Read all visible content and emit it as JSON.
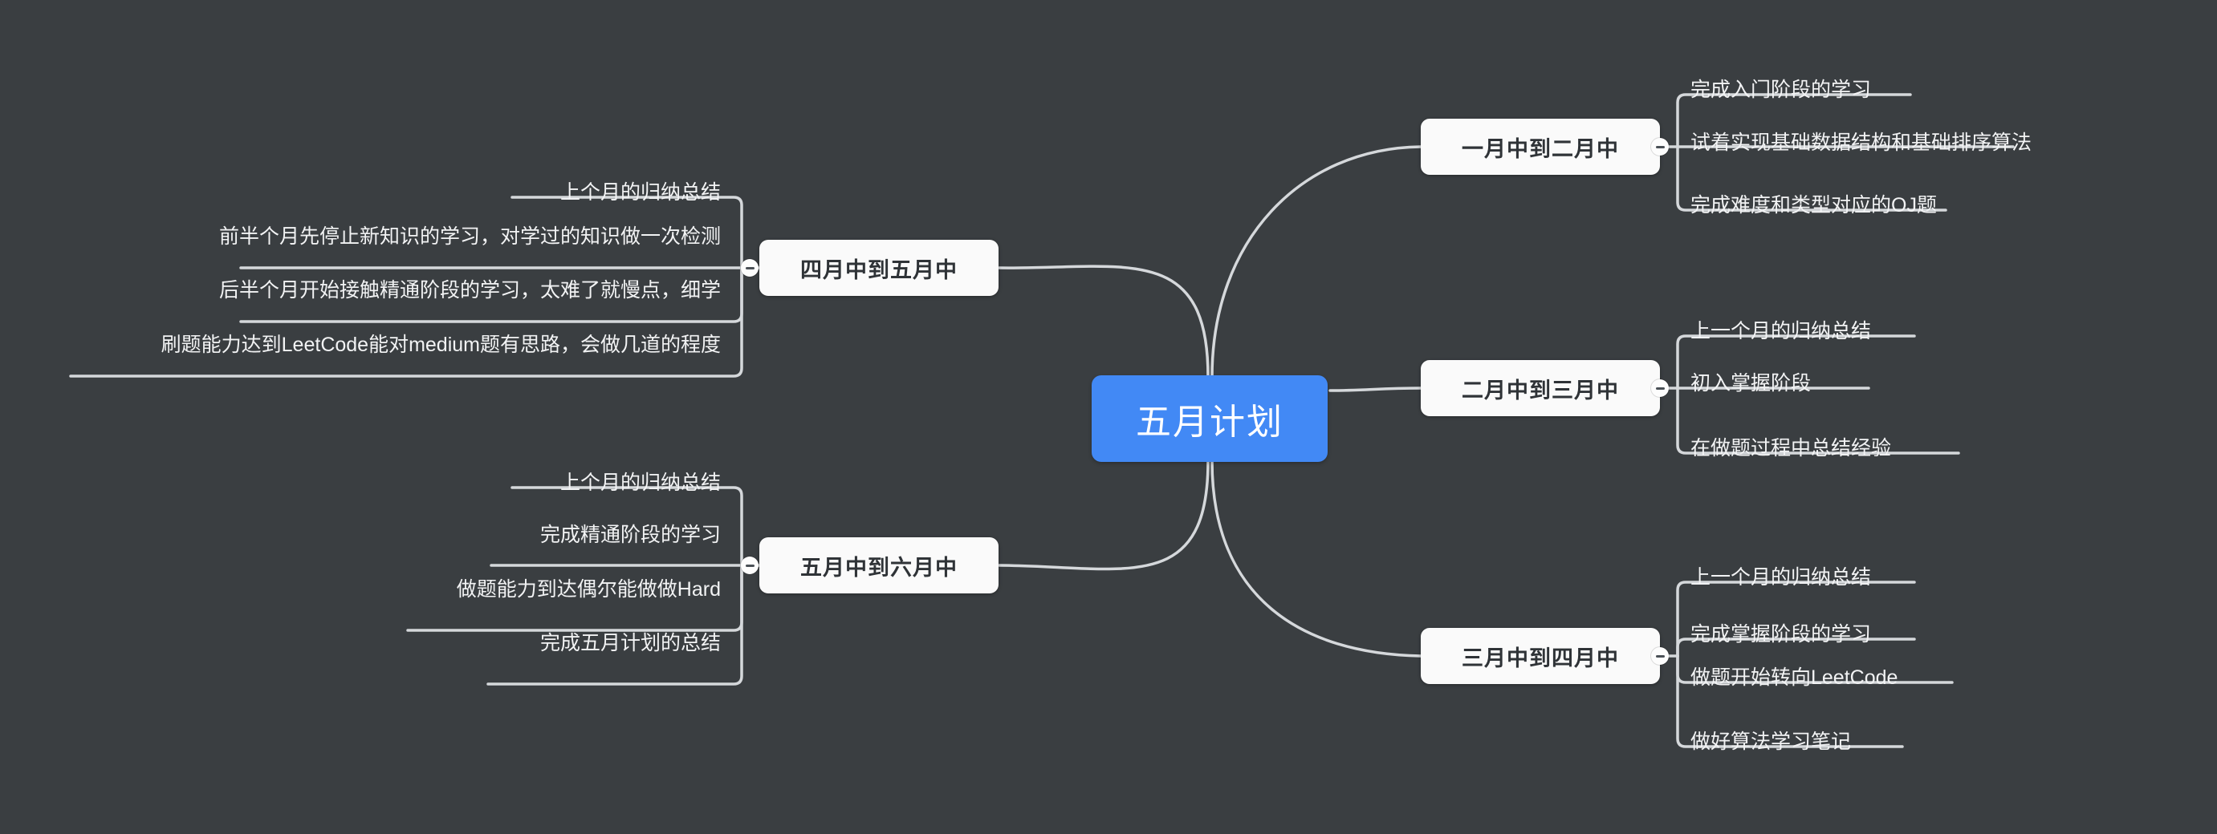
{
  "canvas": {
    "background_color": "#3a3e41",
    "connector_color": "#d5d8db",
    "leaf_text_color": "#f2f3f4"
  },
  "root": {
    "label": "五月计划",
    "color": "#4289f5",
    "text_color": "#ffffff"
  },
  "toggles": {
    "icon": "minus-icon",
    "state": "expanded"
  },
  "branches": [
    {
      "id": "jan-feb",
      "side": "right",
      "label": "一月中到二月中",
      "children": [
        {
          "label": "完成入门阶段的学习"
        },
        {
          "label": "试着实现基础数据结构和基础排序算法"
        },
        {
          "label": "完成难度和类型对应的OJ题"
        }
      ]
    },
    {
      "id": "feb-mar",
      "side": "right",
      "label": "二月中到三月中",
      "children": [
        {
          "label": "上一个月的归纳总结"
        },
        {
          "label": "初入掌握阶段"
        },
        {
          "label": "在做题过程中总结经验"
        }
      ]
    },
    {
      "id": "mar-apr",
      "side": "right",
      "label": "三月中到四月中",
      "children": [
        {
          "label": "上一个月的归纳总结"
        },
        {
          "label": "完成掌握阶段的学习"
        },
        {
          "label": "做题开始转向LeetCode"
        },
        {
          "label": "做好算法学习笔记"
        }
      ]
    },
    {
      "id": "apr-may",
      "side": "left",
      "label": "四月中到五月中",
      "children": [
        {
          "label": "上个月的归纳总结"
        },
        {
          "label": "前半个月先停止新知识的学习，对学过的知识做一次检测"
        },
        {
          "label": "后半个月开始接触精通阶段的学习，太难了就慢点，细学"
        },
        {
          "label": "刷题能力达到LeetCode能对medium题有思路，会做几道的程度"
        }
      ]
    },
    {
      "id": "may-jun",
      "side": "left",
      "label": "五月中到六月中",
      "children": [
        {
          "label": "上个月的归纳总结"
        },
        {
          "label": "完成精通阶段的学习"
        },
        {
          "label": "做题能力到达偶尔能做做Hard"
        },
        {
          "label": "完成五月计划的总结"
        }
      ]
    }
  ]
}
